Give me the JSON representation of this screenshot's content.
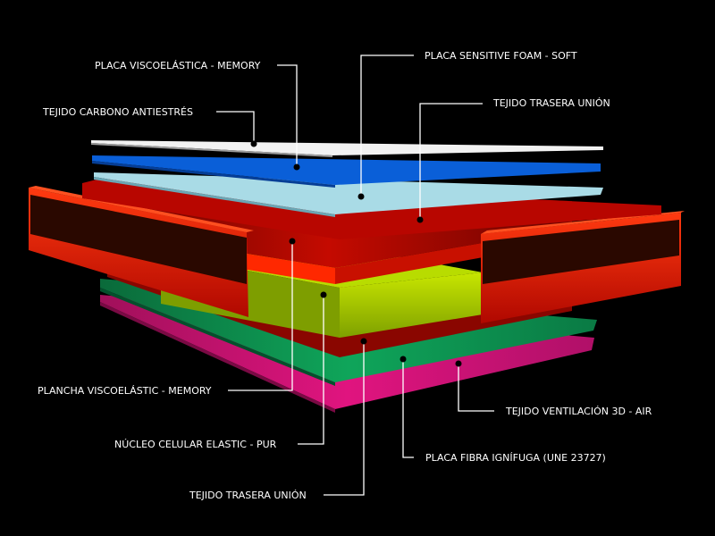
{
  "labels": {
    "placa_visco_memory": "PLACA VISCOELÁSTICA - MEMORY",
    "tejido_carbono": "TEJIDO CARBONO ANTIESTRÉS",
    "placa_sensitive": "PLACA SENSITIVE FOAM - SOFT",
    "tejido_trasera_top": "TEJIDO TRASERA UNIÓN",
    "plancha_visco": "PLANCHA VISCOELÁSTIC - MEMORY",
    "nucleo": "NÚCLEO CELULAR ELASTIC - PUR",
    "tejido_trasera_bottom": "TEJIDO TRASERA UNIÓN",
    "tejido_ventilacion": "TEJIDO VENTILACIÓN 3D - AIR",
    "placa_fibra": "PLACA FIBRA IGNÍFUGA (UNE 23727)"
  },
  "colors": {
    "background": "#000000",
    "white_sheet": "#f2f2f2",
    "blue_sheet": "#0a5fd8",
    "light_blue_sheet": "#a9dbe6",
    "red_layer": "#c80800",
    "orange_red": "#ff2a00",
    "dark_band": "#2a0800",
    "lime_core": "#a6cf00",
    "green_sheet": "#0d9a55",
    "magenta_sheet": "#e0147f",
    "leader_lines": "#ffffff"
  }
}
